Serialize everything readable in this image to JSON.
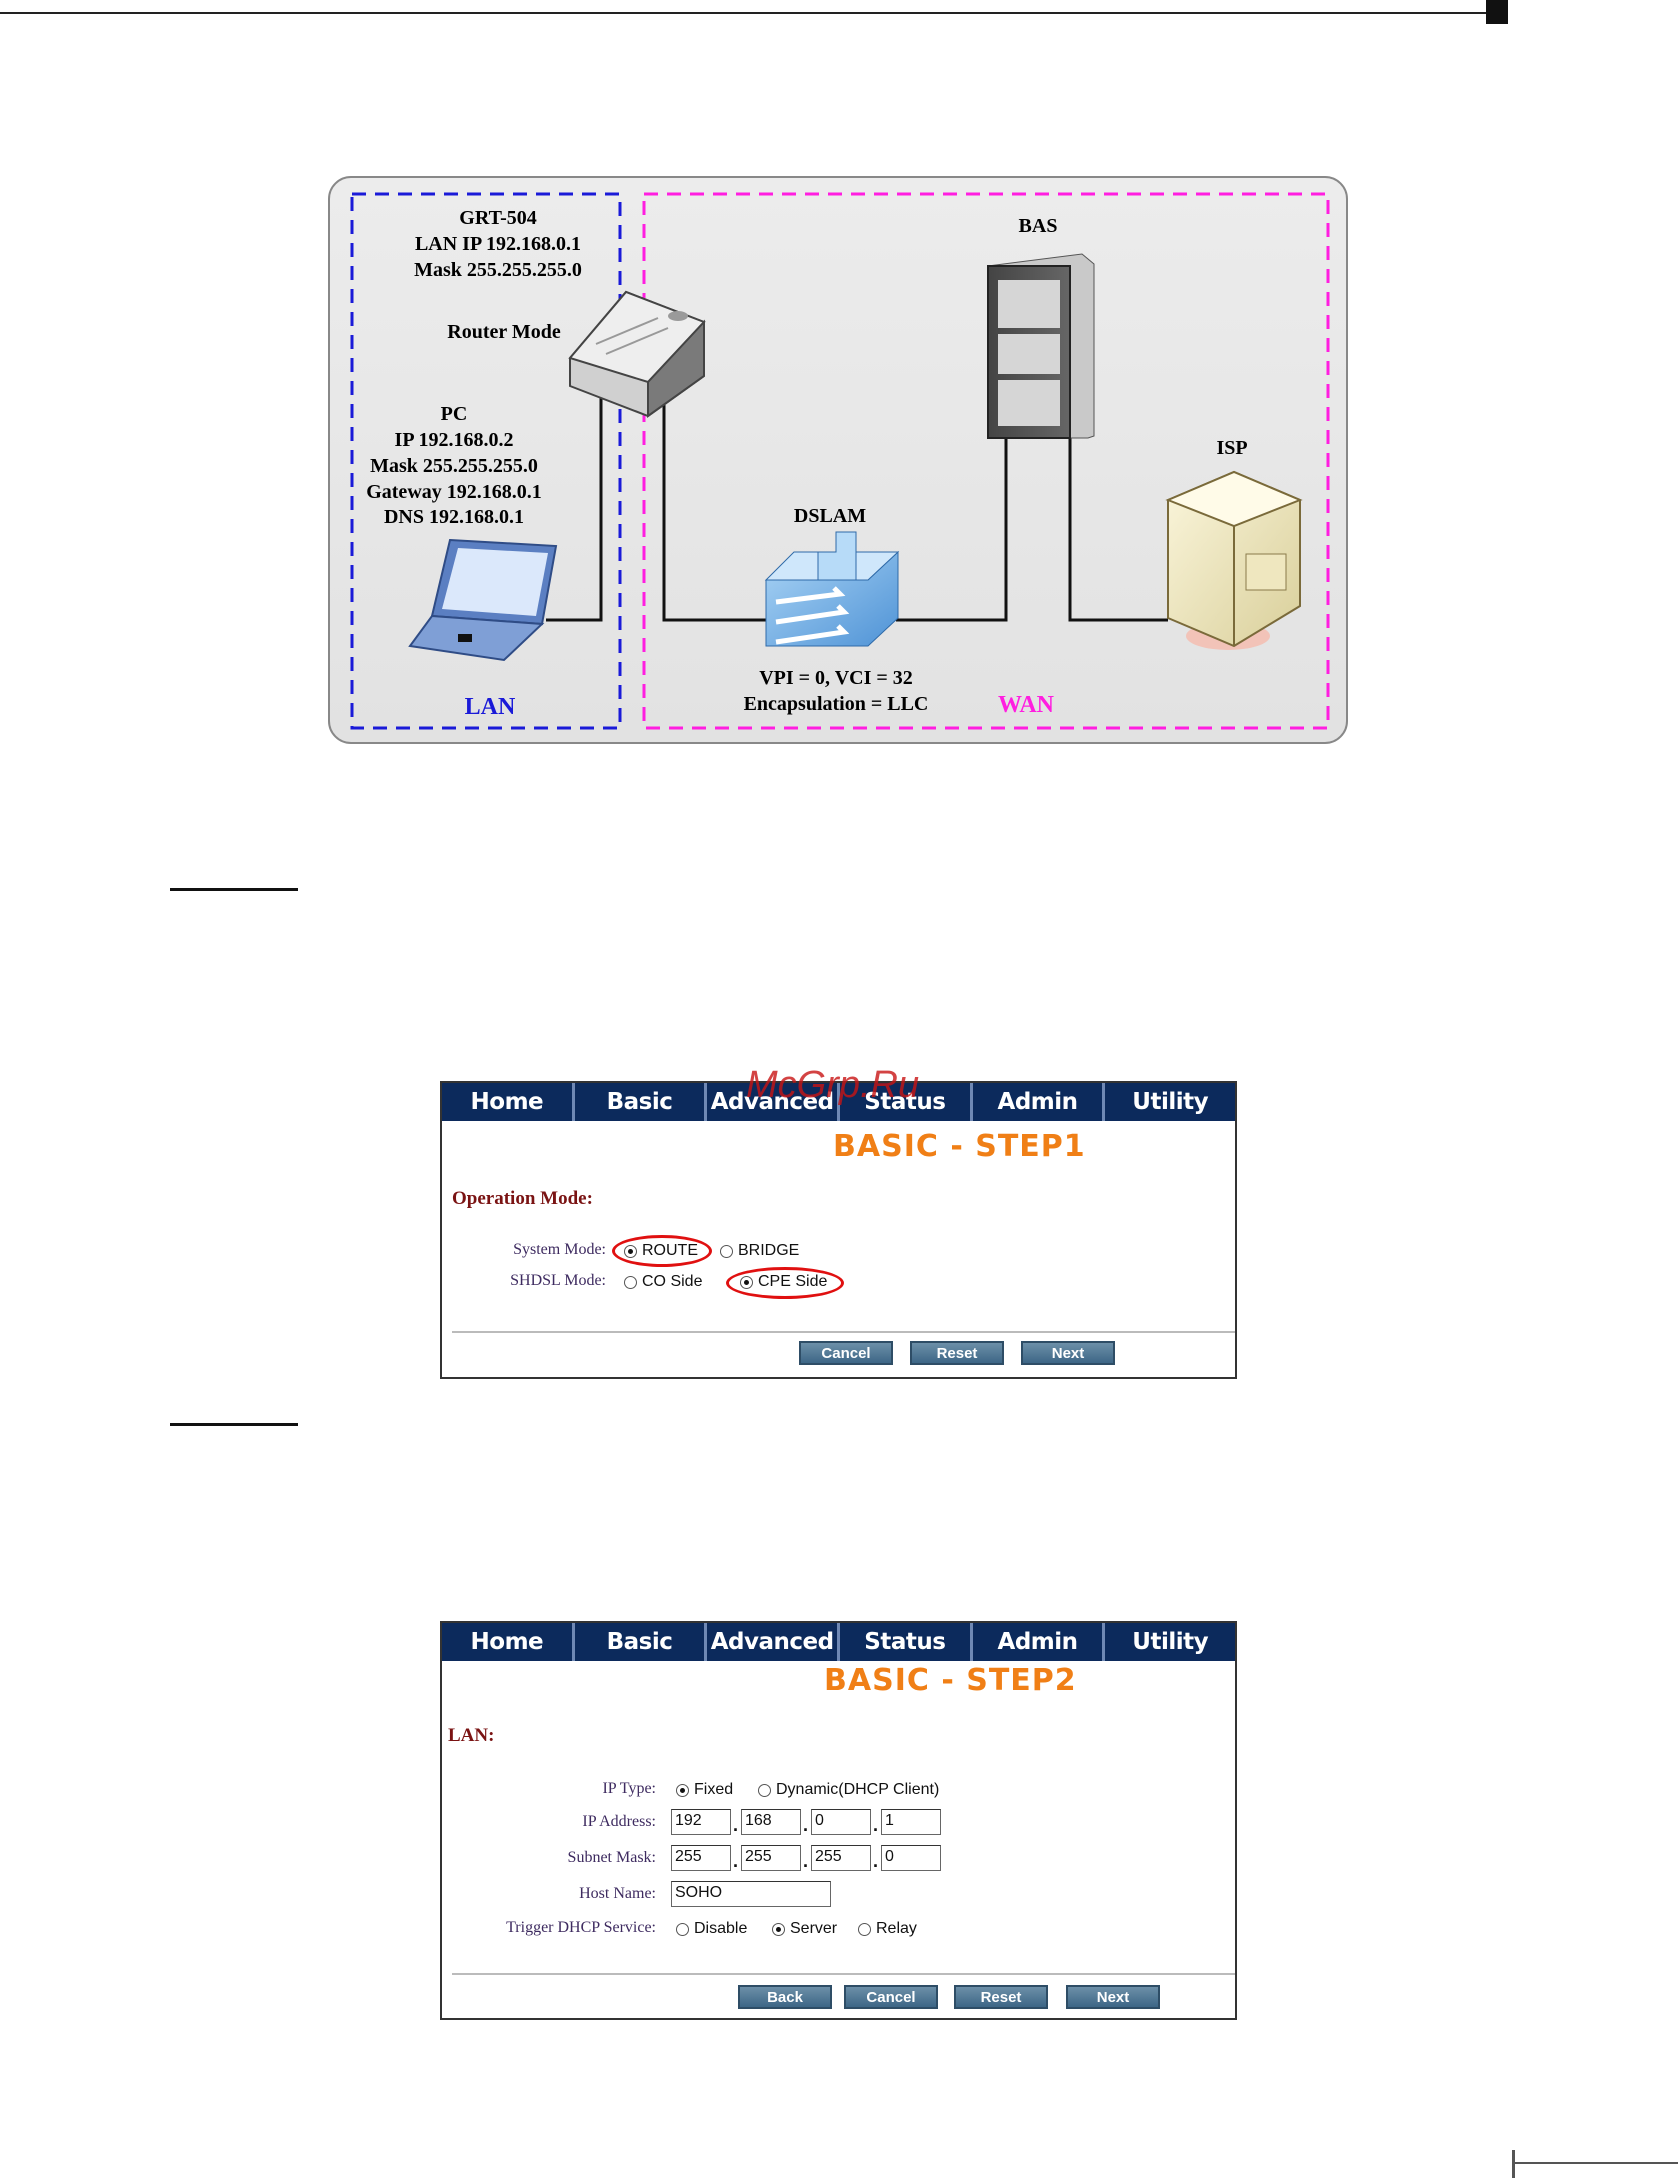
{
  "diagram": {
    "router_name": "GRT-504",
    "router_lan_ip": "LAN IP 192.168.0.1",
    "router_mask": "Mask 255.255.255.0",
    "router_mode": "Router Mode",
    "pc_title": "PC",
    "pc_ip": "IP 192.168.0.2",
    "pc_mask": "Mask 255.255.255.0",
    "pc_gateway": "Gateway 192.168.0.1",
    "pc_dns": "DNS 192.168.0.1",
    "bas": "BAS",
    "isp": "ISP",
    "dslam": "DSLAM",
    "vpi_vci": "VPI = 0, VCI = 32",
    "encapsulation": "Encapsulation = LLC",
    "lan": "LAN",
    "wan": "WAN",
    "colors": {
      "lan": "#1a1ad8",
      "wan": "#ff1ee0"
    }
  },
  "nav": [
    "Home",
    "Basic",
    "Advanced",
    "Status",
    "Admin",
    "Utility"
  ],
  "watermark": "McGrp.Ru",
  "step1": {
    "title": "BASIC - STEP1",
    "section": "Operation Mode:",
    "system_mode_label": "System Mode:",
    "system_mode_options": [
      "ROUTE",
      "BRIDGE"
    ],
    "system_mode_selected": "ROUTE",
    "shdsl_mode_label": "SHDSL Mode:",
    "shdsl_mode_options": [
      "CO Side",
      "CPE Side"
    ],
    "shdsl_mode_selected": "CPE Side",
    "buttons": {
      "cancel": "Cancel",
      "reset": "Reset",
      "next": "Next"
    }
  },
  "step2": {
    "title": "BASIC - STEP2",
    "section": "LAN:",
    "ip_type_label": "IP Type:",
    "ip_type_options": [
      "Fixed",
      "Dynamic(DHCP Client)"
    ],
    "ip_type_selected": "Fixed",
    "ip_address_label": "IP Address:",
    "ip_address": [
      "192",
      "168",
      "0",
      "1"
    ],
    "subnet_mask_label": "Subnet Mask:",
    "subnet_mask": [
      "255",
      "255",
      "255",
      "0"
    ],
    "host_name_label": "Host Name:",
    "host_name": "SOHO",
    "dhcp_label": "Trigger DHCP Service:",
    "dhcp_options": [
      "Disable",
      "Server",
      "Relay"
    ],
    "dhcp_selected": "Server",
    "buttons": {
      "back": "Back",
      "cancel": "Cancel",
      "reset": "Reset",
      "next": "Next"
    }
  }
}
